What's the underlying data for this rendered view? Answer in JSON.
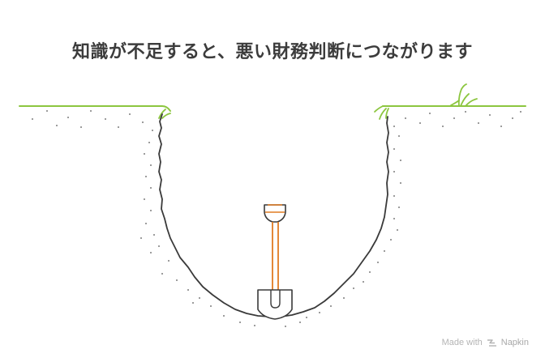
{
  "title": "知識が不足すると、悪い財務判断につながります",
  "watermark": {
    "prefix": "Made with",
    "brand": "Napkin"
  },
  "colors": {
    "title": "#3c3c3c",
    "ground": "#8cc63f",
    "pit_outline": "#3a3a3a",
    "shovel_handle": "#e07b22",
    "shovel_outline": "#3a3a3a",
    "dirt_dots": "#555555",
    "watermark": "#b4b4b4"
  },
  "icons": {
    "watermark_logo": "napkin-logo-icon",
    "tool": "shovel-icon",
    "plant": "grass-tuft-icon"
  }
}
